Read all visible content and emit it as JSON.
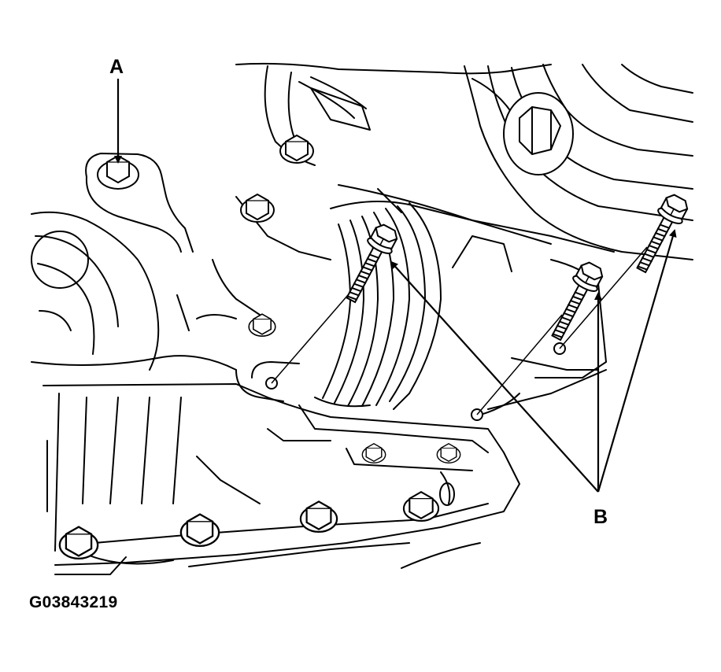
{
  "labels": {
    "a": "A",
    "b": "B"
  },
  "figure_code": "G03843219",
  "colors": {
    "ink": "#000000",
    "paper": "#ffffff"
  },
  "icons": {
    "bolt": "hex-flange-bolt-icon",
    "arrow": "leader-arrow-icon"
  }
}
